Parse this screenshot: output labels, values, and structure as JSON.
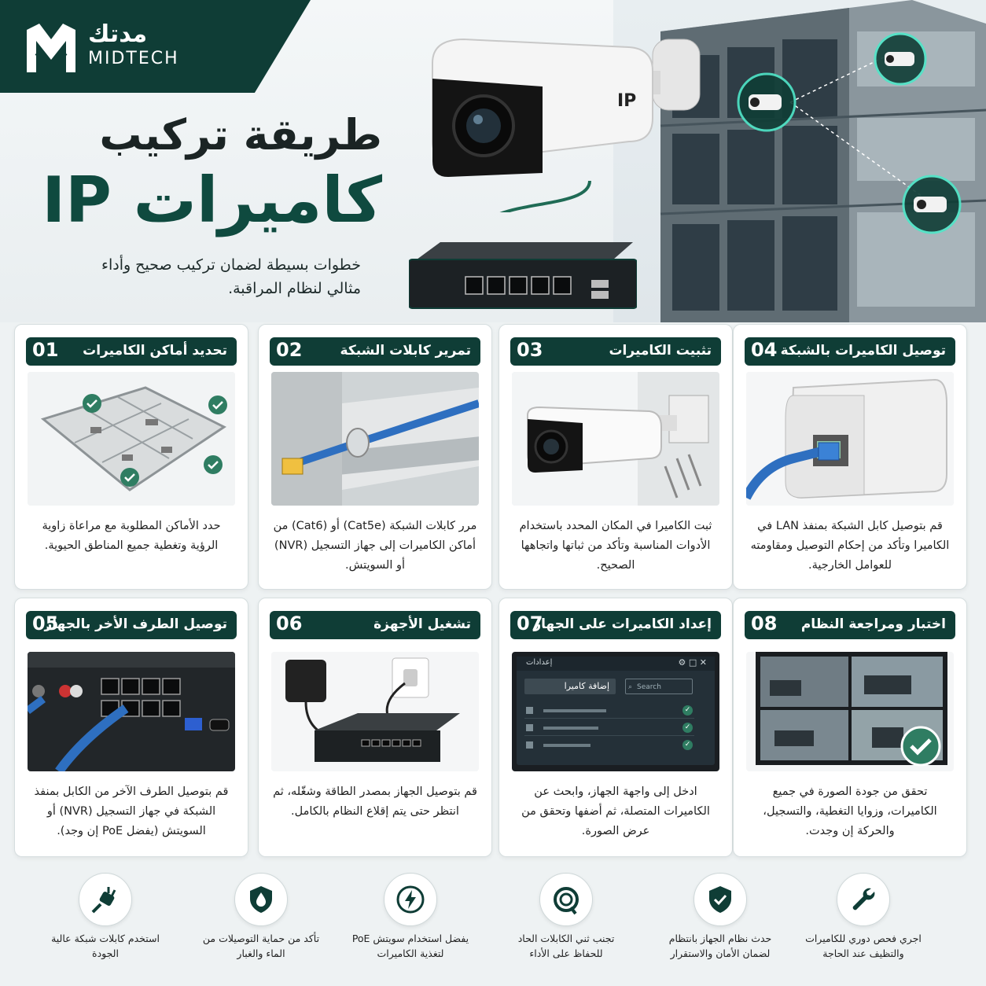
{
  "brand": {
    "name_ar": "مدتك",
    "name_en": "MIDTECH"
  },
  "title": {
    "line1": "طريقة تركيب",
    "line2": "كاميرات IP"
  },
  "subtitle": "خطوات بسيطة لضمان تركيب صحيح وأداء مثالي لنظام المراقبة.",
  "hero": {
    "camera_label": "IP"
  },
  "steps": [
    {
      "num": "01",
      "title": "تحديد أماكن الكاميرات",
      "desc": "حدد الأماكن المطلوبة مع مراعاة زاوية الرؤية وتغطية جميع المناطق الحيوية."
    },
    {
      "num": "02",
      "title": "تمرير كابلات الشبكة",
      "desc": "مرر كابلات الشبكة (Cat5e) أو (Cat6) من أماكن الكاميرات إلى جهاز التسجيل (NVR) أو السويتش."
    },
    {
      "num": "03",
      "title": "تثبيت الكاميرات",
      "desc": "ثبت الكاميرا في المكان المحدد باستخدام الأدوات المناسبة وتأكد من ثباتها واتجاهها الصحيح."
    },
    {
      "num": "04",
      "title": "توصيل الكاميرات بالشبكة",
      "desc": "قم بتوصيل كابل الشبكة بمنفذ LAN في الكاميرا وتأكد من إحكام التوصيل ومقاومته للعوامل الخارجية."
    },
    {
      "num": "05",
      "title": "توصيل الطرف الأخر بالجهاز",
      "desc": "قم بتوصيل الطرف الآخر من الكابل بمنفذ الشبكة في جهاز التسجيل (NVR) أو السويتش (يفضل PoE إن وجد)."
    },
    {
      "num": "06",
      "title": "تشغيل الأجهزة",
      "desc": "قم بتوصيل الجهاز بمصدر الطاقة وشغّله، ثم انتظر حتى يتم إقلاع النظام بالكامل."
    },
    {
      "num": "07",
      "title": "إعداد الكاميرات على الجهاز",
      "desc": "ادخل إلى واجهة الجهاز، وابحث عن الكاميرات المتصلة، ثم أضفها وتحقق من عرض الصورة."
    },
    {
      "num": "08",
      "title": "اختبار ومراجعة النظام",
      "desc": "تحقق من جودة الصورة في جميع الكاميرات، وزوايا التغطية، والتسجيل، والحركة إن وجدت."
    }
  ],
  "ui_screen": {
    "header": "إعدادات",
    "add_button": "إضافة كاميرا",
    "search_placeholder": "Search"
  },
  "tips": [
    {
      "icon": "plug-icon",
      "text": "استخدم كابلات شبكة عالية الجودة"
    },
    {
      "icon": "water-shield-icon",
      "text": "تأكد من حماية التوصيلات من الماء والغبار"
    },
    {
      "icon": "power-bolt-icon",
      "text": "يفضل استخدام سويتش PoE لتغذية الكاميرات"
    },
    {
      "icon": "cable-loop-icon",
      "text": "تجنب ثني الكابلات الحاد للحفاظ على الأداء"
    },
    {
      "icon": "shield-check-icon",
      "text": "حدث نظام الجهاز بانتظام لضمان الأمان والاستقرار"
    },
    {
      "icon": "wrench-icon",
      "text": "اجري فحص دوري للكاميرات والتظيف عند الحاجة"
    }
  ],
  "colors": {
    "brand_dark": "#0f3d36",
    "accent_green": "#0f4a3f",
    "check_green": "#2f7d62"
  }
}
